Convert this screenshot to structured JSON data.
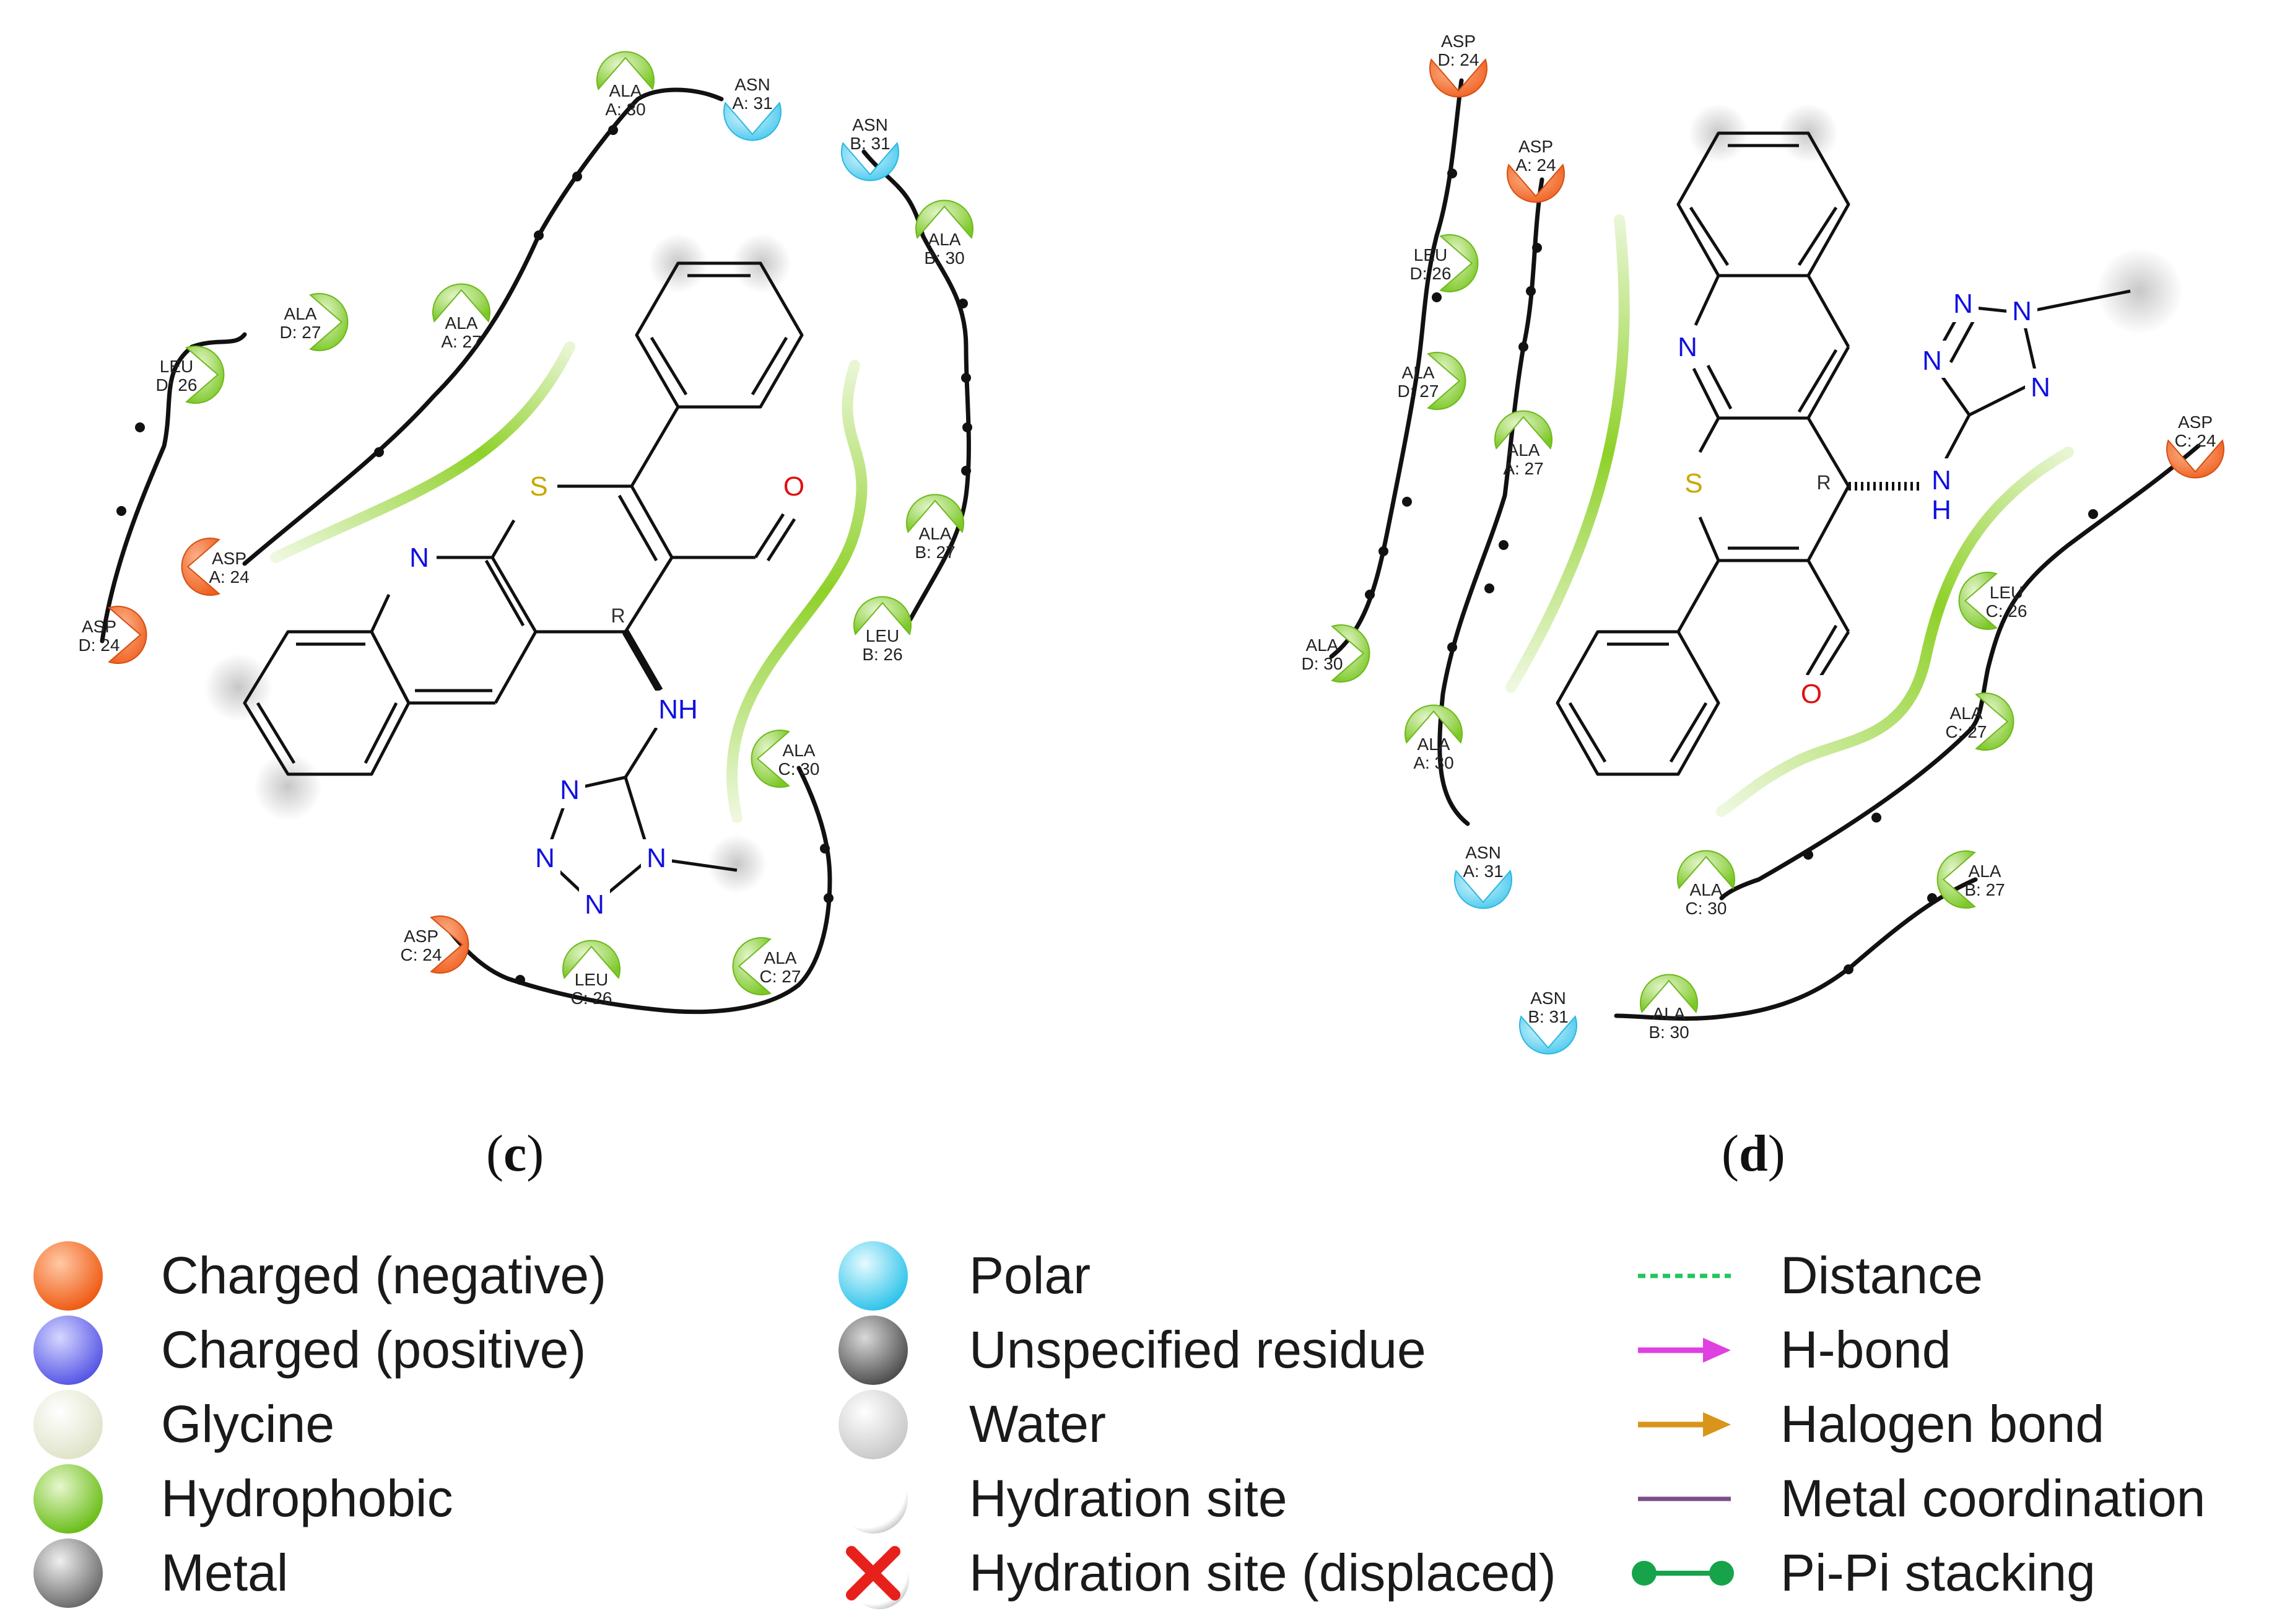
{
  "panels": [
    {
      "label_open": "(",
      "label_letter": "c",
      "label_close": ")",
      "residues": [
        {
          "name": "ALA",
          "chain": "A: 30",
          "type": "hydrophobic"
        },
        {
          "name": "ASN",
          "chain": "A: 31",
          "type": "polar"
        },
        {
          "name": "ASN",
          "chain": "B: 31",
          "type": "polar"
        },
        {
          "name": "ALA",
          "chain": "B: 30",
          "type": "hydrophobic"
        },
        {
          "name": "ALA",
          "chain": "D: 27",
          "type": "hydrophobic"
        },
        {
          "name": "LEU",
          "chain": "D: 26",
          "type": "hydrophobic"
        },
        {
          "name": "ALA",
          "chain": "A: 27",
          "type": "hydrophobic"
        },
        {
          "name": "ASP",
          "chain": "A: 24",
          "type": "negative"
        },
        {
          "name": "ASP",
          "chain": "D: 24",
          "type": "negative"
        },
        {
          "name": "ALA",
          "chain": "B: 27",
          "type": "hydrophobic"
        },
        {
          "name": "LEU",
          "chain": "B: 26",
          "type": "hydrophobic"
        },
        {
          "name": "ALA",
          "chain": "C: 30",
          "type": "hydrophobic"
        },
        {
          "name": "ASP",
          "chain": "C: 24",
          "type": "negative"
        },
        {
          "name": "LEU",
          "chain": "C: 26",
          "type": "hydrophobic"
        },
        {
          "name": "ALA",
          "chain": "C: 27",
          "type": "hydrophobic"
        }
      ],
      "atoms": {
        "s": "S",
        "n_ring": "N",
        "o": "O",
        "nh": "NH",
        "n1": "N",
        "n2": "N",
        "n3": "N",
        "n4": "N",
        "stereo": "R"
      }
    },
    {
      "label_open": "(",
      "label_letter": "d",
      "label_close": ")",
      "residues": [
        {
          "name": "ASP",
          "chain": "D: 24",
          "type": "negative"
        },
        {
          "name": "ASP",
          "chain": "A: 24",
          "type": "negative"
        },
        {
          "name": "LEU",
          "chain": "D: 26",
          "type": "hydrophobic"
        },
        {
          "name": "ALA",
          "chain": "D: 27",
          "type": "hydrophobic"
        },
        {
          "name": "ALA",
          "chain": "A: 27",
          "type": "hydrophobic"
        },
        {
          "name": "ALA",
          "chain": "D: 30",
          "type": "hydrophobic"
        },
        {
          "name": "ALA",
          "chain": "A: 30",
          "type": "hydrophobic"
        },
        {
          "name": "ASN",
          "chain": "A: 31",
          "type": "polar"
        },
        {
          "name": "ASP",
          "chain": "C: 24",
          "type": "negative"
        },
        {
          "name": "LEU",
          "chain": "C: 26",
          "type": "hydrophobic"
        },
        {
          "name": "ALA",
          "chain": "C: 27",
          "type": "hydrophobic"
        },
        {
          "name": "ALA",
          "chain": "C: 30",
          "type": "hydrophobic"
        },
        {
          "name": "ALA",
          "chain": "B: 27",
          "type": "hydrophobic"
        },
        {
          "name": "ASN",
          "chain": "B: 31",
          "type": "polar"
        },
        {
          "name": "ALA",
          "chain": "B: 30",
          "type": "hydrophobic"
        }
      ],
      "atoms": {
        "n_ring": "N",
        "s": "S",
        "o": "O",
        "nh_n": "N",
        "nh_h": "H",
        "n1": "N",
        "n2": "N",
        "n3": "N",
        "n4": "N",
        "stereo": "R"
      }
    }
  ],
  "legend": {
    "columns": [
      [
        {
          "label": "Charged (negative)",
          "icon": "orange-sphere",
          "color": "#f26522"
        },
        {
          "label": "Charged (positive)",
          "icon": "blue-sphere",
          "color": "#6c6cf0"
        },
        {
          "label": "Glycine",
          "icon": "cream-sphere",
          "color": "#ecefd8"
        },
        {
          "label": "Hydrophobic",
          "icon": "green-sphere",
          "color": "#7ccb2a"
        },
        {
          "label": "Metal",
          "icon": "gray-sphere",
          "color": "#8c8c8c"
        }
      ],
      [
        {
          "label": "Polar",
          "icon": "cyan-sphere",
          "color": "#3fc8ea"
        },
        {
          "label": "Unspecified residue",
          "icon": "dark-gray-sphere",
          "color": "#6e6e6e"
        },
        {
          "label": "Water",
          "icon": "light-gray-sphere",
          "color": "#dcdcdc"
        },
        {
          "label": "Hydration site",
          "icon": "white-sphere",
          "color": "#ffffff"
        },
        {
          "label": "Hydration site (displaced)",
          "icon": "red-x",
          "color": "#e8201c"
        }
      ],
      [
        {
          "label": "Distance",
          "icon": "green-dotted-line",
          "color": "#22c55e"
        },
        {
          "label": "H-bond",
          "icon": "magenta-arrow",
          "color": "#e040e0"
        },
        {
          "label": "Halogen bond",
          "icon": "orange-arrow",
          "color": "#d8951a"
        },
        {
          "label": "Metal coordination",
          "icon": "purple-line",
          "color": "#7a4f8a"
        },
        {
          "label": "Pi-Pi stacking",
          "icon": "green-dumbbell",
          "color": "#16a34a"
        }
      ]
    ]
  },
  "colors": {
    "negative": "#f26522",
    "polar": "#52cdef",
    "hydrophobic": "#86cf2e",
    "backbone": "#111111",
    "pocket": "#8fd12a",
    "nitrogen": "#1010e0",
    "oxygen": "#e01010",
    "sulfur": "#c8a800"
  }
}
